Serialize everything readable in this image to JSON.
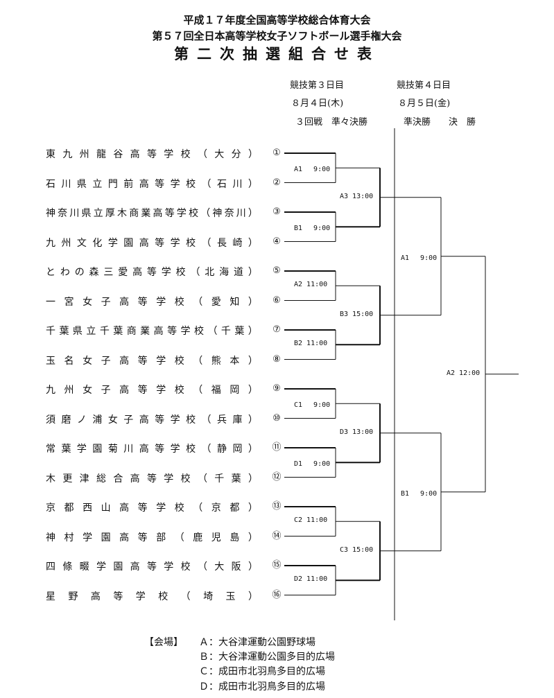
{
  "title": {
    "line1": "平成１７年度全国高等学校総合体育大会",
    "line2": "第５７回全日本高等学校女子ソフトボール選手権大会",
    "line3": "第二次抽選組合せ表"
  },
  "headers": {
    "day3": "競技第３日目",
    "day3_date": "８月４日(木)",
    "day4": "競技第４日目",
    "day4_date": "８月５日(金)",
    "round3": "３回戦　準々決勝",
    "semi_final": "準決勝　　決　勝"
  },
  "teams": [
    {
      "seed": "①",
      "chars": [
        "東",
        "九",
        "州",
        "龍",
        "谷",
        "高",
        "等",
        "学",
        "校",
        "（",
        "大",
        "分",
        "）"
      ]
    },
    {
      "seed": "②",
      "chars": [
        "石",
        "川",
        "県",
        "立",
        "門",
        "前",
        "高",
        "等",
        "学",
        "校",
        "（",
        "石",
        "川",
        "）"
      ]
    },
    {
      "seed": "③",
      "chars": [
        "神",
        "奈",
        "川",
        "県",
        "立",
        "厚",
        "木",
        "商",
        "業",
        "高",
        "等",
        "学",
        "校",
        "（",
        "神",
        "奈",
        "川",
        "）"
      ]
    },
    {
      "seed": "④",
      "chars": [
        "九",
        "州",
        "文",
        "化",
        "学",
        "園",
        "高",
        "等",
        "学",
        "校",
        "（",
        "長",
        "崎",
        "）"
      ]
    },
    {
      "seed": "⑤",
      "chars": [
        "と",
        "わ",
        "の",
        "森",
        "三",
        "愛",
        "高",
        "等",
        "学",
        "校",
        "（",
        "北",
        "海",
        "道",
        "）"
      ]
    },
    {
      "seed": "⑥",
      "chars": [
        "一",
        "宮",
        "女",
        "子",
        "高",
        "等",
        "学",
        "校",
        "（",
        "愛",
        "知",
        "）"
      ]
    },
    {
      "seed": "⑦",
      "chars": [
        "千",
        "葉",
        "県",
        "立",
        "千",
        "葉",
        "商",
        "業",
        "高",
        "等",
        "学",
        "校",
        "（",
        "千",
        "葉",
        "）"
      ]
    },
    {
      "seed": "⑧",
      "chars": [
        "玉",
        "名",
        "女",
        "子",
        "高",
        "等",
        "学",
        "校",
        "（",
        "熊",
        "本",
        "）"
      ]
    },
    {
      "seed": "⑨",
      "chars": [
        "九",
        "州",
        "女",
        "子",
        "高",
        "等",
        "学",
        "校",
        "（",
        "福",
        "岡",
        "）"
      ]
    },
    {
      "seed": "⑩",
      "chars": [
        "須",
        "磨",
        "ノ",
        "浦",
        "女",
        "子",
        "高",
        "等",
        "学",
        "校",
        "（",
        "兵",
        "庫",
        "）"
      ]
    },
    {
      "seed": "⑪",
      "chars": [
        "常",
        "葉",
        "学",
        "園",
        "菊",
        "川",
        "高",
        "等",
        "学",
        "校",
        "（",
        "静",
        "岡",
        "）"
      ]
    },
    {
      "seed": "⑫",
      "chars": [
        "木",
        "更",
        "津",
        "総",
        "合",
        "高",
        "等",
        "学",
        "校",
        "（",
        "千",
        "葉",
        "）"
      ]
    },
    {
      "seed": "⑬",
      "chars": [
        "京",
        "都",
        "西",
        "山",
        "高",
        "等",
        "学",
        "校",
        "（",
        "京",
        "都",
        "）"
      ]
    },
    {
      "seed": "⑭",
      "chars": [
        "神",
        "村",
        "学",
        "園",
        "高",
        "等",
        "部",
        "（",
        "鹿",
        "児",
        "島",
        "）"
      ]
    },
    {
      "seed": "⑮",
      "chars": [
        "四",
        "條",
        "畷",
        "学",
        "園",
        "高",
        "等",
        "学",
        "校",
        "（",
        "大",
        "阪",
        "）"
      ]
    },
    {
      "seed": "⑯",
      "chars": [
        "星",
        "野",
        "高",
        "等",
        "学",
        "校",
        "（",
        "埼",
        "玉",
        "）"
      ]
    }
  ],
  "matches": {
    "r1": [
      "A1　 9:00",
      "B1　 9:00",
      "A2 11:00",
      "B2 11:00",
      "C1　 9:00",
      "D1　 9:00",
      "C2 11:00",
      "D2 11:00"
    ],
    "r2": [
      "A3 13:00",
      "B3 15:00",
      "D3 13:00",
      "C3 15:00"
    ],
    "r3": [
      "A1　 9:00",
      "B1　 9:00"
    ],
    "final": "A2 12:00"
  },
  "legend": {
    "heading": "【会場】",
    "items": [
      "Ａ：大谷津運動公園野球場",
      "Ｂ：大谷津運動公園多目的広場",
      "Ｃ：成田市北羽鳥多目的広場",
      "Ｄ：成田市北羽鳥多目的広場"
    ]
  }
}
